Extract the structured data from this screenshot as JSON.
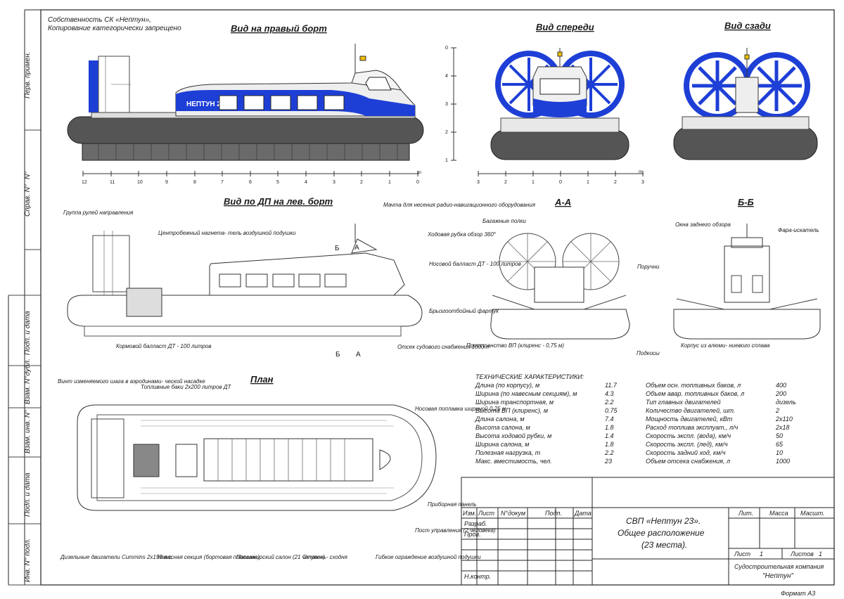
{
  "header": {
    "ownership": "Собственность СК «Нептун»,",
    "copy_notice": "Копирование категорически запрещено"
  },
  "side_strip": {
    "perv_primen": "Перв. примен.",
    "n": "N°",
    "sprav": "Справ. N°",
    "podp_data_1": "Подп. и дата",
    "vzam_inv": "Взам. инв. N°",
    "vzam_dubl": "Взам. N°дубл.",
    "podp_data_2": "Подп. и дата",
    "inv_podl": "Инв. N° подл."
  },
  "views": {
    "right_side": "Вид на правый борт",
    "front": "Вид спереди",
    "rear": "Вид сзади",
    "dp_left": "Вид по ДП на лев. борт",
    "section_aa": "А-А",
    "section_bb": "Б-Б",
    "plan": "План"
  },
  "vessel_name": "НЕПТУН 23",
  "scale_main": [
    "12",
    "11",
    "10",
    "9",
    "8",
    "7",
    "6",
    "5",
    "4",
    "3",
    "2",
    "1",
    "0"
  ],
  "scale_main_unit": "m",
  "scale_front": [
    "3",
    "2",
    "1",
    "0",
    "1",
    "2",
    "3"
  ],
  "scale_front_unit": "m",
  "scale_vertical": [
    "4",
    "3",
    "2",
    "1",
    "0"
  ],
  "section_marks": {
    "b": "Б",
    "a": "А"
  },
  "annotations_dp": {
    "rudder_group": "Группа рулей направления",
    "centrifugal_fan": "Центробежный нагнета- тель воздушной подушки",
    "mast": "Мачта для несения радио-навигационного оборудования",
    "wheelhouse": "Ходовая рубка обзор 360°",
    "bow_ballast": "Носовой балласт ДТ - 100 литров",
    "splash_apron": "Брызгоотбойный фартук",
    "stern_ballast": "Кормовой балласт ДТ - 100 литров",
    "supply_compartment": "Отсек судового снабжения 1000 л"
  },
  "annotations_aa": {
    "luggage_shelves": "Багажные полки",
    "handrails": "Поручни",
    "cushion_space": "Пространство ВП (клиренс - 0,75 м)",
    "struts": "Подкосы"
  },
  "annotations_bb": {
    "rear_windows": "Окна заднего обзора",
    "searchlight": "Фара-искатель",
    "aluminium_hull": "Корпус из алюми- ниевого сплава"
  },
  "annotations_plan": {
    "propeller": "Винт изменяемого шага в аэродинами- ческой насадке",
    "fuel_tanks": "Топливные баки 2х200 литров ДТ",
    "bow_pontoon": "Носовая поплавка шириной 0,25 м",
    "dashboard": "Приборная панель",
    "control_post": "Пост управления (2 человека)",
    "diesel_engines": "Дизельные двигатели Cummins 2x150 л.с.",
    "side_section": "Навесная секция (бортовая поплавка)",
    "passenger_saloon": "Пассажирский салон (21 человек)",
    "steps": "Ступень- сходня",
    "flexible_skirt": "Гибкое ограждение воздушной подушки"
  },
  "specs": {
    "title": "ТЕХНИЧЕСКИЕ ХАРАКТЕРИСТИКИ:",
    "left": [
      {
        "label": "Длина (по корпусу), м",
        "value": "11.7"
      },
      {
        "label": "Ширина (по навесным секциям), м",
        "value": "4.3"
      },
      {
        "label": "Ширина транспортная, м",
        "value": "2.2"
      },
      {
        "label": "Высота ВП (клиренс), м",
        "value": "0.75"
      },
      {
        "label": "Длина салона, м",
        "value": "7.4"
      },
      {
        "label": "Высота салона, м",
        "value": "1.8"
      },
      {
        "label": "Высота ходовой рубки, м",
        "value": "1.4"
      },
      {
        "label": "Ширина салона, м",
        "value": "1.8"
      },
      {
        "label": "Полезная нагрузка, т",
        "value": "2.2"
      },
      {
        "label": "Макс. вместимость, чел.",
        "value": "23"
      }
    ],
    "right": [
      {
        "label": "Объем осн. топливных баков, л",
        "value": "400"
      },
      {
        "label": "Объем авар. топливных баков, л",
        "value": "200"
      },
      {
        "label": "Тип главных двигателей",
        "value": "дизель"
      },
      {
        "label": "Количество двигателей, шт.",
        "value": "2"
      },
      {
        "label": "Мощность двигателей, кВт",
        "value": "2x110"
      },
      {
        "label": "Расход топлива эксплуат., л/ч",
        "value": "2x18"
      },
      {
        "label": "Скорость экспл. (вода), км/ч",
        "value": "50"
      },
      {
        "label": "Скорость экспл. (лед), км/ч",
        "value": "65"
      },
      {
        "label": "Скорость задний ход, км/ч",
        "value": "10"
      },
      {
        "label": "Объем отсека снабжения, л",
        "value": "1000"
      }
    ]
  },
  "title_block": {
    "col_izm": "Изм.",
    "col_list": "Лист",
    "col_ndokum": "N°докум",
    "col_podp": "Подп.",
    "col_data": "Дата",
    "razrab": "Разраб.",
    "prov": "Пров.",
    "nkontr": "Н.контр.",
    "doc_title_1": "СВП «Нептун 23».",
    "doc_title_2": "Общее расположение",
    "doc_title_3": "(23 места).",
    "lit": "Лит.",
    "massa": "Масса",
    "masht": "Масшт.",
    "sheet": "Лист",
    "sheet_no": "1",
    "sheets": "Листов",
    "sheets_no": "1",
    "company_1": "Судостроительная компания",
    "company_2": "\"Нептун\"",
    "format": "Формат А3"
  }
}
